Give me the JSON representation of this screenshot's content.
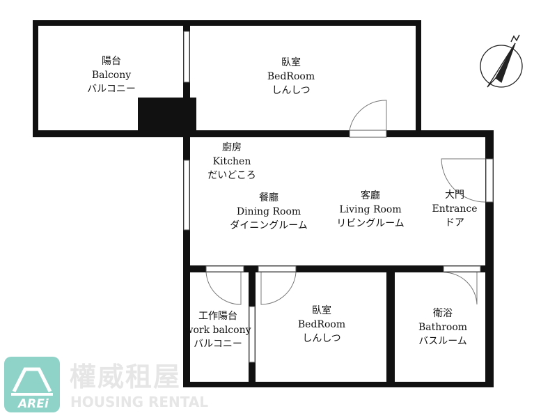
{
  "rooms": {
    "balcony": {
      "zh": "陽台",
      "en": "Balcony",
      "ja": "バルコニー"
    },
    "bedroom1": {
      "zh": "臥室",
      "en": "BedRoom",
      "ja": "しんしつ"
    },
    "kitchen": {
      "zh": "廚房",
      "en": "Kitchen",
      "ja": "だいどころ"
    },
    "dining": {
      "zh": "餐廳",
      "en": "Dining Room",
      "ja": "ダイニングルーム"
    },
    "living": {
      "zh": "客廳",
      "en": "Living Room",
      "ja": "リビングルーム"
    },
    "entrance": {
      "zh": "大門",
      "en": "Entrance",
      "ja": "ドア"
    },
    "work_balcony": {
      "zh": "工作陽台",
      "en": "work balcony",
      "ja": "バルコニー"
    },
    "bedroom2": {
      "zh": "臥室",
      "en": "BedRoom",
      "ja": "しんしつ"
    },
    "bathroom": {
      "zh": "衛浴",
      "en": "Bathroom",
      "ja": "バスルーム"
    }
  },
  "compass": {
    "label": "N",
    "icon": "north-arrow-icon"
  },
  "watermark": {
    "logo_text": "AREi",
    "name_zh": "權威租屋",
    "name_en": "HOUSING RENTAL",
    "color": "#8fd3c8"
  },
  "colors": {
    "wall": "#111111"
  }
}
